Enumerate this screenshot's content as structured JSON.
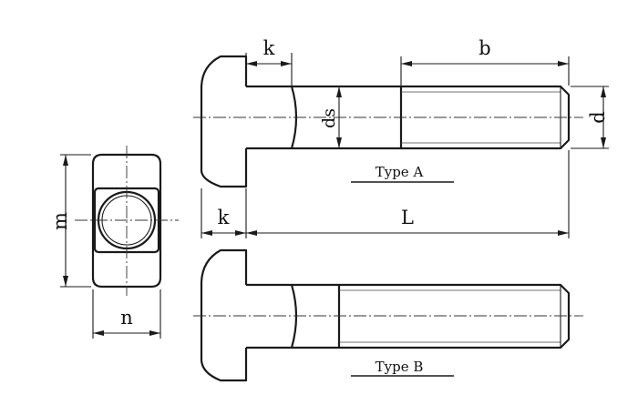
{
  "labels": {
    "k_top": "k",
    "b": "b",
    "ds": "ds",
    "d": "d",
    "type_a": "Type A",
    "k_bottom": "k",
    "L": "L",
    "m": "m",
    "n": "n",
    "type_b": "Type B"
  }
}
